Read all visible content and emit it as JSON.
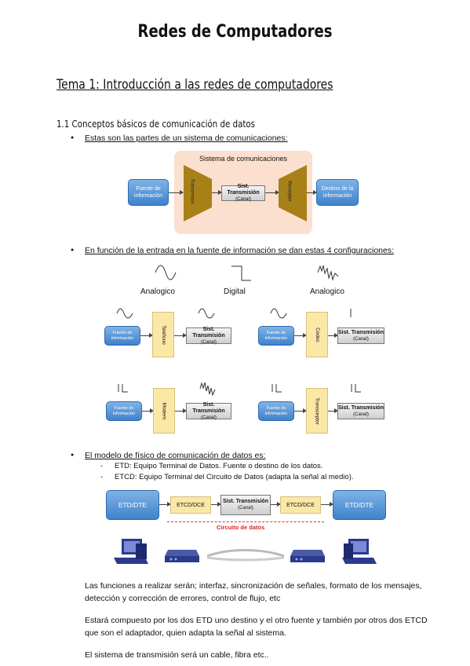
{
  "title": "Redes de Computadores",
  "tema": "Tema 1: Introducción a las redes de computadores",
  "subtitle": "1.1 Conceptos básicos de comunicación de datos",
  "bullets": [
    "Estas son las partes de un sistema de comunicaciones:",
    "En función de la entrada en la fuente de información se dan estas 4 configuraciones:",
    "El modelo de físico de comunicación de datos es:"
  ],
  "diagram1": {
    "system_title": "Sistema de comunicaciones",
    "source": "Fuente de información",
    "transmitter": "Transmisor",
    "channel_title": "Sist. Transmisión",
    "channel_sub": "(Canal)",
    "receiver": "Receptor",
    "destination": "Destino de la información"
  },
  "signal_labels": [
    "Analogico",
    "Digital",
    "Analogico"
  ],
  "configs": {
    "source": "Fuente de información",
    "channel_title": "Sist. Transmisión",
    "channel_sub": "(Canal)",
    "blocks": [
      "Teléfono",
      "Codec",
      "Modem",
      "Transceptor"
    ]
  },
  "etd_items": [
    "ETD: Equipo Terminal de Datos. Fuente o destino de los datos.",
    "ETCD: Equipo Terminal del Circuito de Datos (adapta la señal al medio)."
  ],
  "diagram3": {
    "etd": "ETD/DTE",
    "etcd": "ETCD/DCE",
    "channel_title": "Sist. Transmisión",
    "channel_sub": "(Canal)",
    "circuit": "Circuito de datos"
  },
  "paragraphs": [
    "Las funciones a realizar serán; interfaz, sincronización de señales, formato de los mensajes, detección y corrección de errores, control de flujo, etc",
    "Estará compuesto por los dos ETD uno destino y el otro fuente y también por otros dos ETCD que son el adaptador, quien adapta la señal al sistema.",
    "El sistema de transmisión será un cable, fibra etc.."
  ],
  "colors": {
    "blue": "#3f82cc",
    "yellow": "#fbe7a6",
    "peach": "#fbe0cf",
    "trapezoid": "#a88018",
    "red": "#d22222"
  }
}
